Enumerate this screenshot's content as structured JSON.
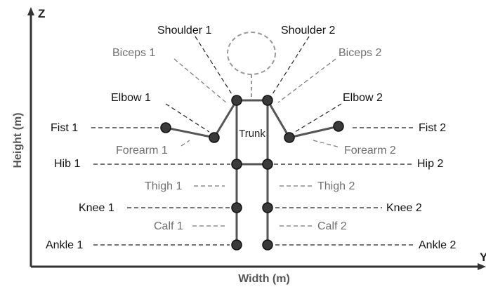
{
  "axes": {
    "z_label": "Z",
    "y_label": "Y",
    "vertical_title": "Height (m)",
    "horizontal_title": "Width (m)"
  },
  "body_label": "Trunk",
  "left_labels": {
    "shoulder": "Shoulder 1",
    "biceps": "Biceps 1",
    "elbow": "Elbow 1",
    "fist": "Fist 1",
    "forearm": "Forearm 1",
    "hip": "Hib 1",
    "thigh": "Thigh 1",
    "knee": "Knee 1",
    "calf": "Calf 1",
    "ankle": "Ankle 1"
  },
  "right_labels": {
    "shoulder": "Shoulder 2",
    "biceps": "Biceps 2",
    "elbow": "Elbow 2",
    "fist": "Fist 2",
    "forearm": "Forearm 2",
    "hip": "Hip 2",
    "thigh": "Thigh 2",
    "knee": "Knee 2",
    "calf": "Calf 2",
    "ankle": "Ankle 2"
  },
  "colors": {
    "joint": "#3a3a3a",
    "bone": "#555555",
    "head_dashed": "#999999",
    "gray_label": "#707070"
  }
}
